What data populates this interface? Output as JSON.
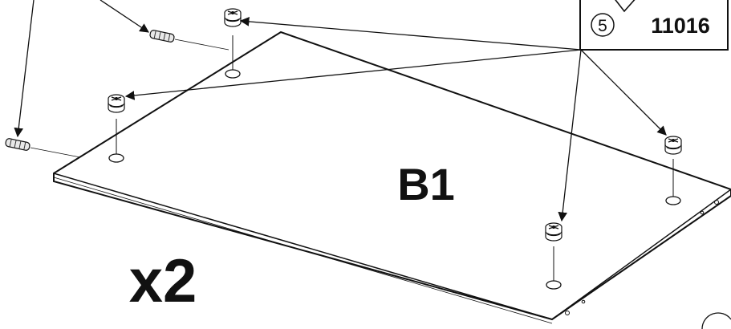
{
  "diagram": {
    "panel_label": "B1",
    "quantity_label": "x2",
    "step_number": "5",
    "part_code": "11016"
  },
  "parts": {
    "cam_fitting_count": 4,
    "dowel_count": 2
  }
}
